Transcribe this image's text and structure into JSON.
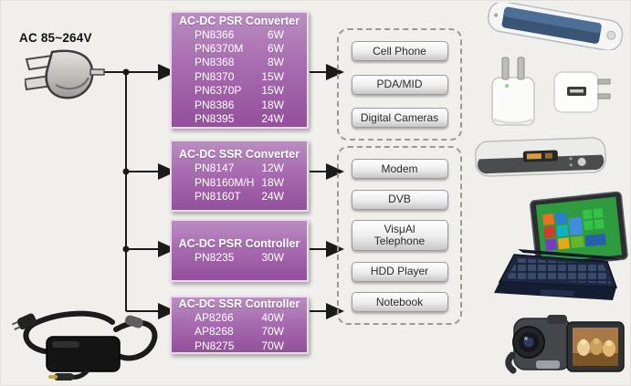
{
  "title": "AC-DC power IC application diagram",
  "input": {
    "label": "AC 85~264V",
    "icon": "ac-plug"
  },
  "converters": [
    {
      "title": "AC-DC PSR Converter",
      "parts": [
        {
          "name": "PN8366",
          "power": "6W"
        },
        {
          "name": "PN6370M",
          "power": "6W"
        },
        {
          "name": "PN8368",
          "power": "8W"
        },
        {
          "name": "PN8370",
          "power": "15W"
        },
        {
          "name": "PN6370P",
          "power": "15W"
        },
        {
          "name": "PN8386",
          "power": "18W"
        },
        {
          "name": "PN8395",
          "power": "24W"
        }
      ]
    },
    {
      "title": "AC-DC SSR Converter",
      "parts": [
        {
          "name": "PN8147",
          "power": "12W"
        },
        {
          "name": "PN8160M/H",
          "power": "18W"
        },
        {
          "name": "PN8160T",
          "power": "24W"
        }
      ]
    },
    {
      "title": "AC-DC PSR Controller",
      "parts": [
        {
          "name": "PN8235",
          "power": "30W"
        }
      ]
    },
    {
      "title": "AC-DC SSR Controller",
      "parts": [
        {
          "name": "AP8266",
          "power": "40W"
        },
        {
          "name": "AP8268",
          "power": "70W"
        },
        {
          "name": "PN8275",
          "power": "70W"
        }
      ]
    }
  ],
  "application_groups": [
    {
      "items": [
        "Cell Phone",
        "PDA/MID",
        "Digital Cameras"
      ]
    },
    {
      "items": [
        "Modem",
        "DVB",
        "VisμAl Telephone",
        "HDD Player",
        "Notebook"
      ]
    }
  ],
  "device_images": [
    "smartphone",
    "usb-wall-chargers",
    "set-top-box",
    "tablet-pc",
    "notebook-keyboard",
    "camcorder",
    "notebook-power-adapter"
  ],
  "colors": {
    "background": "#f0efec",
    "block_gradient_top": "#ba8ec1",
    "block_gradient_bottom": "#94509b",
    "block_text": "#ffffff",
    "button_face_top": "#ffffff",
    "button_face_bottom": "#c7c7c7",
    "button_text": "#2b2b2b",
    "dashed_border": "#999999",
    "wire": "#1a1a1a"
  }
}
